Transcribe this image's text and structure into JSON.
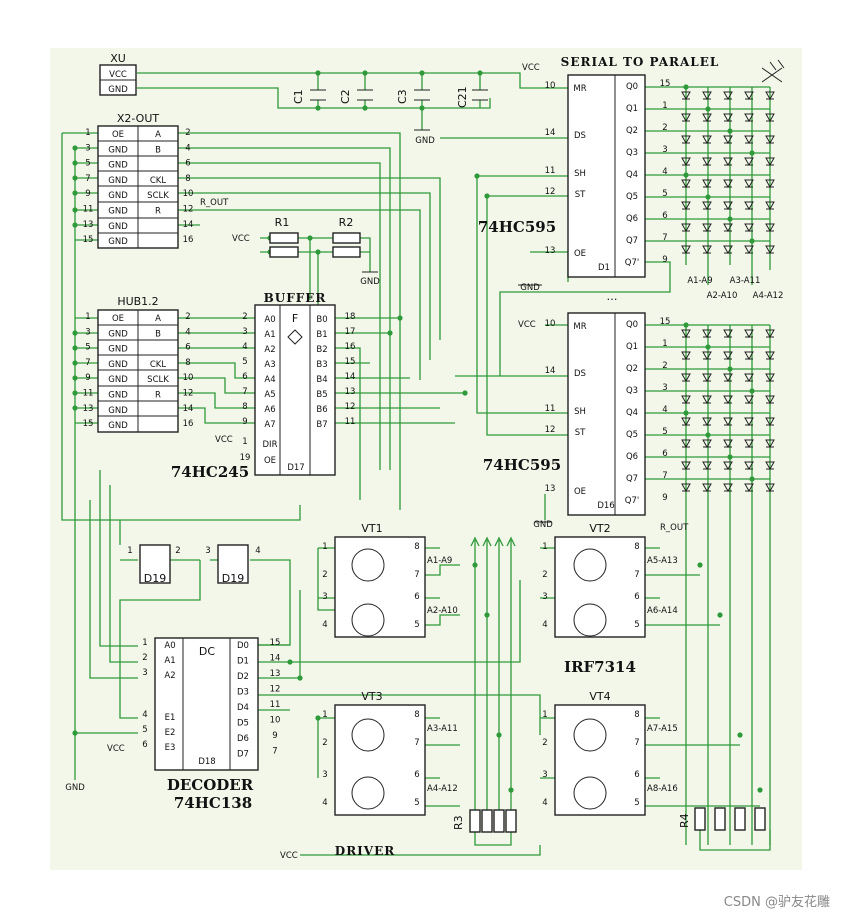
{
  "headers": {
    "xu": "XU",
    "x2out": "X2-OUT",
    "hub": "HUB1.2",
    "buffer": "BUFFER",
    "serial": "SERIAL TO PARALEL",
    "decoder": "DECODER",
    "driver": "DRIVER"
  },
  "chips": {
    "c245": "74HC245",
    "c595a": "74HC595",
    "c595b": "74HC595",
    "c138": "74HC138",
    "irf": "IRF7314"
  },
  "refs": {
    "d1": "D1",
    "d16": "D16",
    "d17": "D17",
    "d18": "D18",
    "d19a": "D19",
    "d19b": "D19",
    "vt1": "VT1",
    "vt2": "VT2",
    "vt3": "VT3",
    "vt4": "VT4",
    "r1": "R1",
    "r2": "R2",
    "r3": "R3",
    "r4": "R4",
    "c1": "C1",
    "c2": "C2",
    "c3": "C3",
    "c21": "C21",
    "f": "F",
    "dc": "DC"
  },
  "power": {
    "vcc": "VCC",
    "gnd": "GND",
    "r_out": "R_OUT",
    "ellipsis": "…"
  },
  "xu_pins": [
    "VCC",
    "GND"
  ],
  "hub_pins_left": [
    "OE",
    "GND",
    "GND",
    "GND",
    "GND",
    "GND",
    "GND",
    "GND"
  ],
  "hub_pins_right": [
    "A",
    "B",
    "",
    "CKL",
    "SCLK",
    "R",
    "",
    ""
  ],
  "hub_nums_left": [
    "1",
    "3",
    "5",
    "7",
    "9",
    "11",
    "13",
    "15"
  ],
  "hub_nums_right": [
    "2",
    "4",
    "6",
    "8",
    "10",
    "12",
    "14",
    "16"
  ],
  "b245_left": [
    "A0",
    "A1",
    "A2",
    "A3",
    "A4",
    "A5",
    "A6",
    "A7",
    "DIR",
    "OE"
  ],
  "b245_right": [
    "B0",
    "B1",
    "B2",
    "B3",
    "B4",
    "B5",
    "B6",
    "B7"
  ],
  "b245_nums_left": [
    "2",
    "3",
    "4",
    "5",
    "6",
    "7",
    "8",
    "9",
    "1",
    "19"
  ],
  "b245_nums_right": [
    "18",
    "17",
    "16",
    "15",
    "14",
    "13",
    "12",
    "11"
  ],
  "s595_left": [
    "MR",
    "DS",
    "SH",
    "ST",
    "OE"
  ],
  "s595_left_nums": [
    "10",
    "14",
    "11",
    "12",
    "13"
  ],
  "s595_right": [
    "Q0",
    "Q1",
    "Q2",
    "Q3",
    "Q4",
    "Q5",
    "Q6",
    "Q7",
    "Q7'"
  ],
  "s595_right_nums": [
    "15",
    "1",
    "2",
    "3",
    "4",
    "5",
    "6",
    "7",
    "9"
  ],
  "dec_left": [
    "A0",
    "A1",
    "A2",
    "E1",
    "E2",
    "E3"
  ],
  "dec_left_nums": [
    "1",
    "2",
    "3",
    "4",
    "5",
    "6"
  ],
  "dec_right": [
    "D0",
    "D1",
    "D2",
    "D3",
    "D4",
    "D5",
    "D6",
    "D7"
  ],
  "dec_right_nums": [
    "15",
    "14",
    "13",
    "12",
    "11",
    "10",
    "9",
    "7"
  ],
  "row_labels_top": [
    "A1-A9",
    "A3-A11",
    "A2-A10",
    "A4-A12"
  ],
  "mos_outputs": {
    "vt1": [
      "A1-A9",
      "A2-A10"
    ],
    "vt2": [
      "A5-A13",
      "A6-A14"
    ],
    "vt3": [
      "A3-A11",
      "A4-A12"
    ],
    "vt4": [
      "A7-A15",
      "A8-A16"
    ]
  },
  "mos_pins": [
    "1",
    "2",
    "3",
    "4",
    "8",
    "7",
    "6",
    "5"
  ],
  "inv_pins": [
    "1",
    "2",
    "3",
    "4"
  ],
  "watermark": "CSDN @驴友花雕",
  "colors": {
    "wire": "#2f9a3a",
    "sheet": "#f2f7ea",
    "ink": "#111111"
  }
}
